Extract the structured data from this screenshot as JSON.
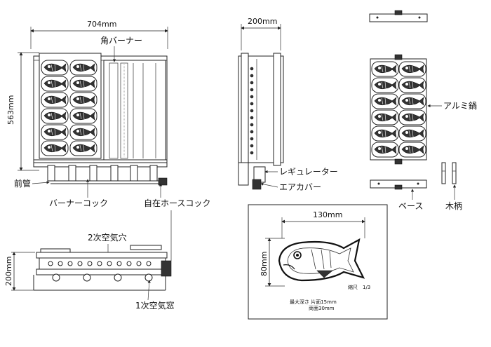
{
  "dimensions": {
    "width_front": "704mm",
    "height_front": "563mm",
    "width_side": "200mm",
    "height_bottom": "200mm",
    "mold_width": "130mm",
    "mold_height": "80mm"
  },
  "labels": {
    "square_burner": "角バーナー",
    "aluminum_mold": "アルミ鍋",
    "regulator": "レギュレーター",
    "air_cover": "エアカバー",
    "front_pipe": "前管",
    "burner_cock": "バーナーコック",
    "hose_cock": "自在ホースコック",
    "base": "ベース",
    "wooden_handle": "木柄",
    "secondary_air_hole": "2次空気穴",
    "primary_air_window": "1次空気窓"
  },
  "mold_detail": {
    "scale": "縮尺　1/3",
    "depth_line1": "最大深さ  片面15mm",
    "depth_line2": "両面30mm"
  }
}
